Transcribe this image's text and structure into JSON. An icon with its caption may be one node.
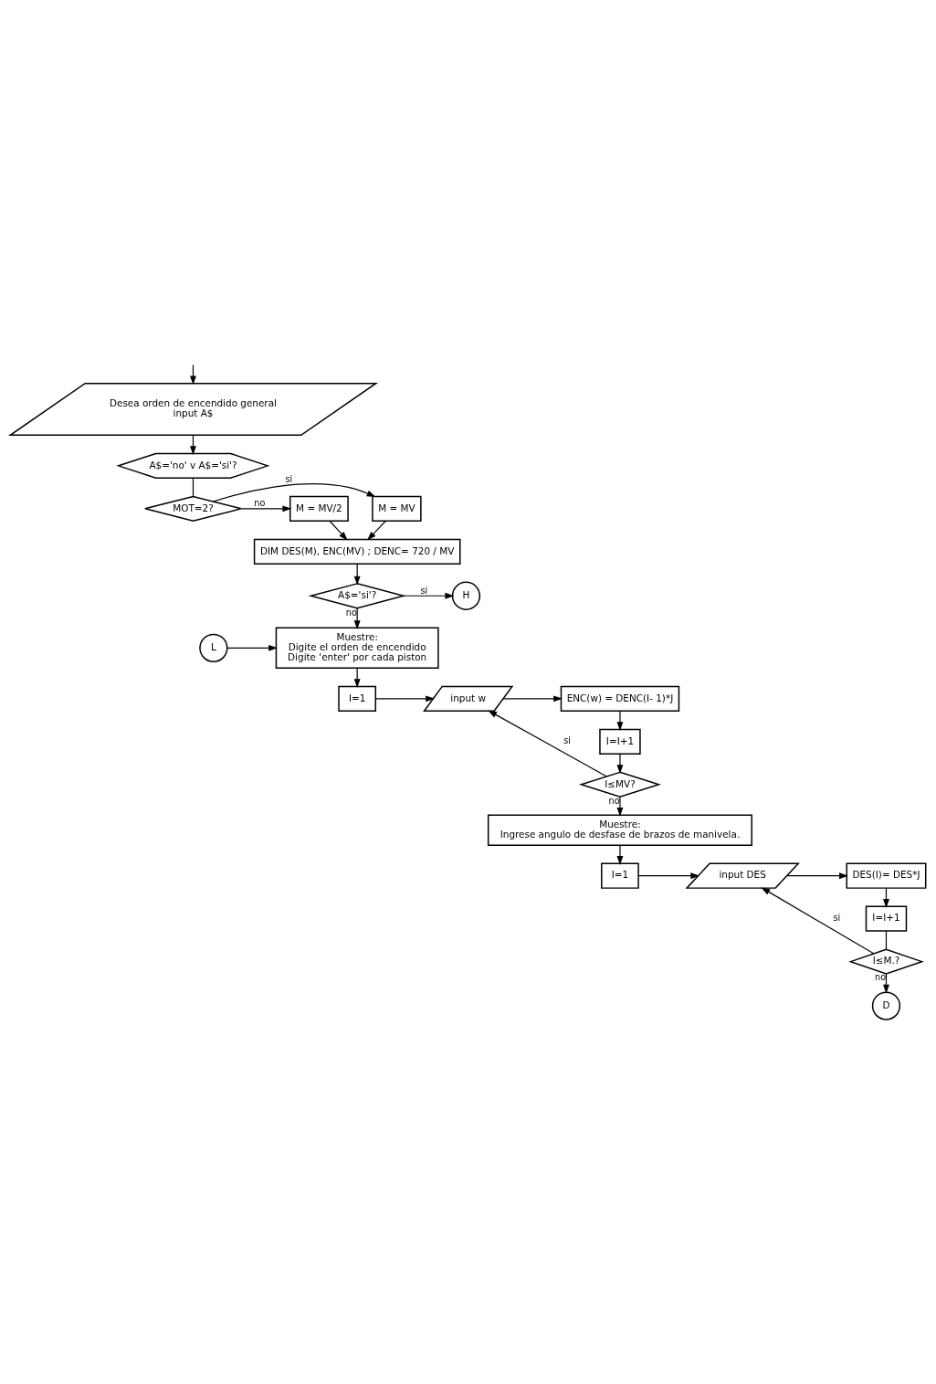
{
  "diagram": {
    "nodes": [
      {
        "text": [
          "Desea orden de encendido general",
          "input A$"
        ]
      },
      {
        "text": [
          "A$='no' v A$='si'?"
        ]
      },
      {
        "text": [
          "MOT=2?"
        ]
      },
      {
        "text": [
          "M = MV"
        ]
      },
      {
        "text": [
          "M = MV/2"
        ]
      },
      {
        "text": [
          "DIM DES(M), ENC(MV) ; DENC= 720 / MV"
        ]
      },
      {
        "text": [
          "A$='si'?"
        ]
      },
      {
        "text": [
          "H"
        ]
      },
      {
        "text": [
          "Muestre:",
          "Digite el orden de encendido",
          "Digite 'enter' por cada piston"
        ]
      },
      {
        "text": [
          "L"
        ]
      },
      {
        "text": [
          "I=1"
        ]
      },
      {
        "text": [
          "input w"
        ]
      },
      {
        "text": [
          "ENC(w) = DENC(I- 1)*J"
        ]
      },
      {
        "text": [
          "I=I+1"
        ]
      },
      {
        "text": [
          "I≤MV?"
        ]
      },
      {
        "text": [
          "Muestre:",
          "Ingrese angulo de desfase de brazos de manivela."
        ]
      },
      {
        "text": [
          "I=1"
        ]
      },
      {
        "text": [
          "input DES"
        ]
      },
      {
        "text": [
          "DES(I)= DES*J"
        ]
      },
      {
        "text": [
          "I=I+1"
        ]
      },
      {
        "text": [
          "I≤M.?"
        ]
      },
      {
        "text": [
          "D"
        ]
      }
    ],
    "edges": [
      {
        "from": null,
        "to": 0,
        "arrow": "to"
      },
      {
        "from": 0,
        "to": 1,
        "arrow": "to"
      },
      {
        "from": 1,
        "to": 2,
        "arrow": "none"
      },
      {
        "from": 2,
        "to": 3,
        "label": "si",
        "arrow": "to"
      },
      {
        "from": 2,
        "to": 4,
        "label": "no",
        "arrow": "to"
      },
      {
        "from": 3,
        "to": 5,
        "arrow": "to"
      },
      {
        "from": 4,
        "to": 5,
        "arrow": "to"
      },
      {
        "from": 5,
        "to": 6,
        "arrow": "to"
      },
      {
        "from": 6,
        "to": 7,
        "label": "si",
        "arrow": "to"
      },
      {
        "from": 6,
        "to": 8,
        "label": "no",
        "arrow": "to"
      },
      {
        "from": 9,
        "to": 8,
        "arrow": "to"
      },
      {
        "from": 8,
        "to": 10,
        "arrow": "to"
      },
      {
        "from": 10,
        "to": 11,
        "arrow": "to"
      },
      {
        "from": 11,
        "to": 12,
        "arrow": "to"
      },
      {
        "from": 12,
        "to": 13,
        "arrow": "to"
      },
      {
        "from": 13,
        "to": 14,
        "arrow": "to"
      },
      {
        "from": 14,
        "to": 11,
        "label": "si",
        "arrow": "to"
      },
      {
        "from": 14,
        "to": 15,
        "label": "no",
        "arrow": "to"
      },
      {
        "from": 15,
        "to": 16,
        "arrow": "to"
      },
      {
        "from": 16,
        "to": 17,
        "arrow": "to"
      },
      {
        "from": 17,
        "to": 18,
        "arrow": "to"
      },
      {
        "from": 18,
        "to": 19,
        "arrow": "to"
      },
      {
        "from": 19,
        "to": 20,
        "arrow": "none"
      },
      {
        "from": 20,
        "to": 17,
        "label": "si",
        "arrow": "to"
      },
      {
        "from": 20,
        "to": 21,
        "label": "no",
        "arrow": "to"
      }
    ]
  }
}
